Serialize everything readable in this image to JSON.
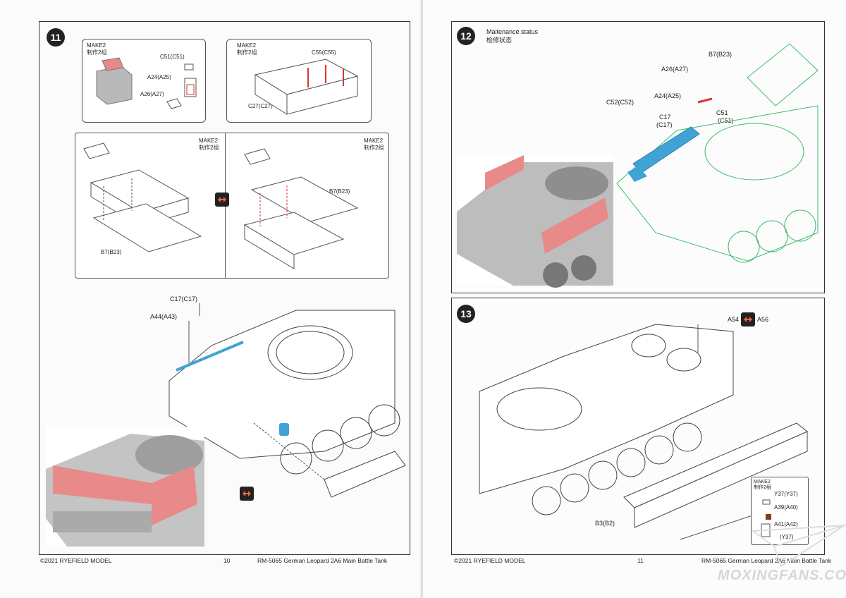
{
  "left": {
    "step": "11",
    "box1": {
      "make": "MAKE2",
      "make_cn": "制作2组",
      "labels": [
        "C51(C51)",
        "A24(A25)",
        "A26(A27)"
      ]
    },
    "box2": {
      "make": "MAKE2",
      "make_cn": "制作2组",
      "labels": [
        "C55(C55)",
        "C27(C27)"
      ]
    },
    "box3": {
      "make_a": "MAKE2",
      "make_a_cn": "制作2组",
      "make_b": "MAKE2",
      "make_b_cn": "制作2组",
      "b7_left": "B7(B23)",
      "b7_right": "B7(B23)"
    },
    "main": {
      "c17": "C17(C17)",
      "a44": "A44(A43)"
    },
    "footer": {
      "copyright": "©2021 RYEFIELD MODEL",
      "page": "10",
      "title": "RM-5065 German Leopard 2A6 Main Battle Tank"
    }
  },
  "right": {
    "step12": "12",
    "status": "Maitenance status",
    "status_cn": "检修状态",
    "labels12": [
      "B7(B23)",
      "A26(A27)",
      "A24(A25)",
      "C52(C52)",
      "C17",
      "(C17)",
      "C51",
      "(C51)"
    ],
    "step13": "13",
    "a54": "A54",
    "a56": "A56",
    "inset": {
      "make": "MAKE2",
      "make_cn": "制作2组",
      "y37": "Y37(Y37)",
      "a39": "A39(A40)",
      "a41": "A41(A42)",
      "y": "(Y37)"
    },
    "b3": "B3(B2)",
    "footer": {
      "copyright": "©2021 RYEFIELD MODEL",
      "page": "11",
      "title": "RM-5065 German Leopard 2A6 Main Battle Tank"
    }
  },
  "watermark": "MOXINGFANS.COM",
  "colors": {
    "highlight_red": "#e98a8a",
    "highlight_blue": "#3fa3d6",
    "green_line": "#3dbb6a",
    "photo_grey": "#bcbcbc"
  },
  "icons": [
    "swap-arrows-icon"
  ]
}
